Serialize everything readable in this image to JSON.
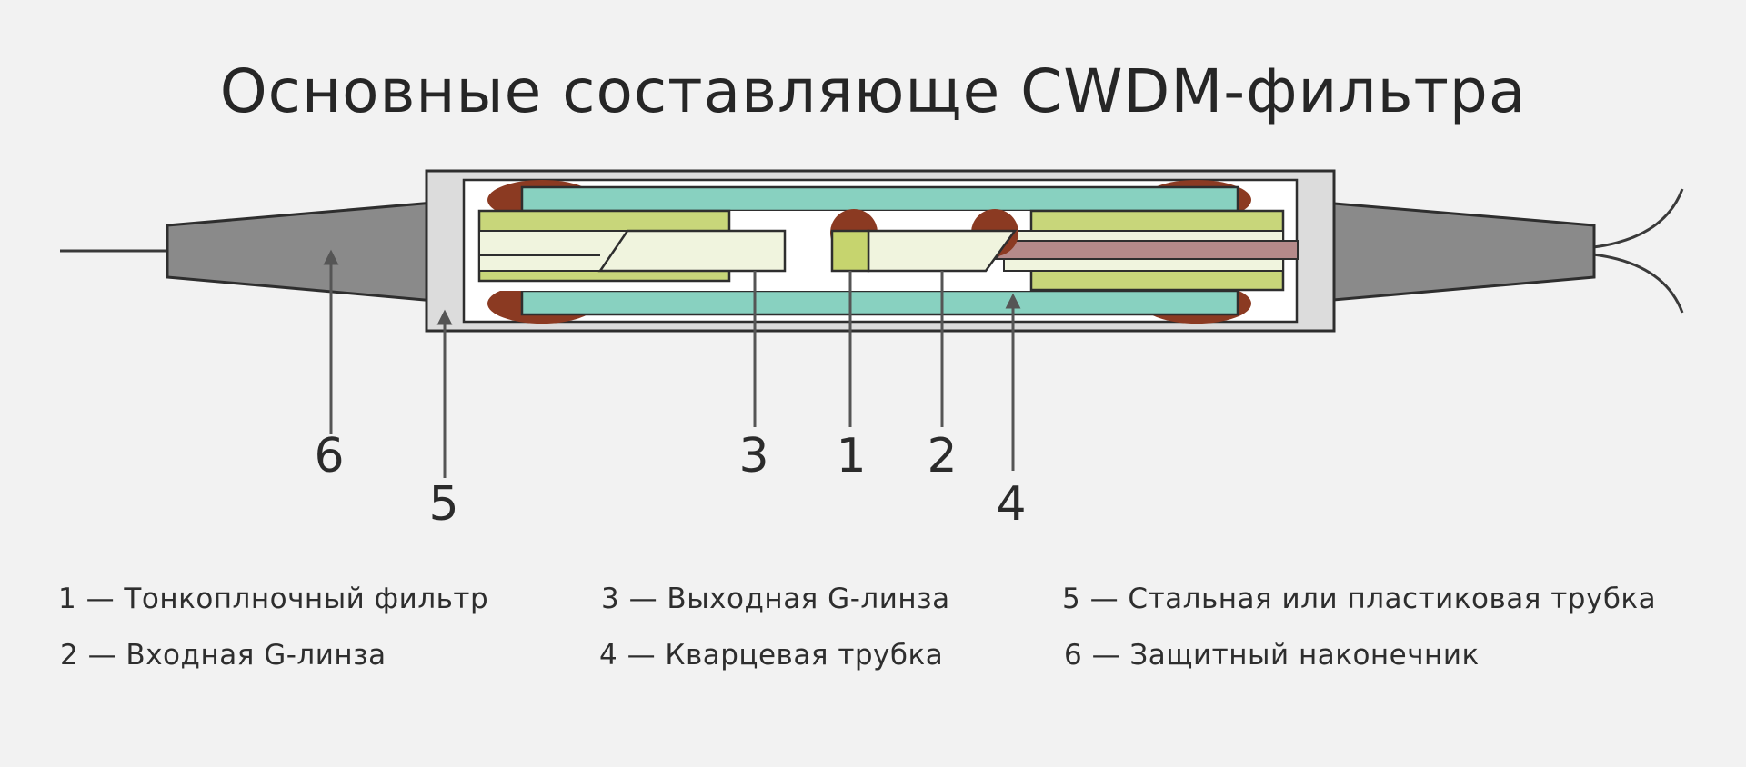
{
  "title": "Основные составляюще CWDM-фильтра",
  "numbers": {
    "n1": "1",
    "n2": "2",
    "n3": "3",
    "n4": "4",
    "n5": "5",
    "n6": "6"
  },
  "legend": [
    {
      "label": "1 — Тонкоплночный фильтр"
    },
    {
      "label": "2 — Входная G-линза"
    },
    {
      "label": "3 — Выходная G-линза"
    },
    {
      "label": "4 — Кварцевая трубка"
    },
    {
      "label": "5 — Стальная или пластиковая трубка"
    },
    {
      "label": "6 — Защитный наконечник"
    }
  ],
  "colors": {
    "background": "#f2f2f2",
    "housing": "#dcdcdc",
    "quartz_tube": "#88d1c0",
    "ferrule": "#c8d67a",
    "lens": "#f0f4de",
    "filter": "#c6d46e",
    "epoxy": "#8b3a22",
    "fiber_core": "#b58a8a",
    "boot": "#8a8a8a"
  }
}
